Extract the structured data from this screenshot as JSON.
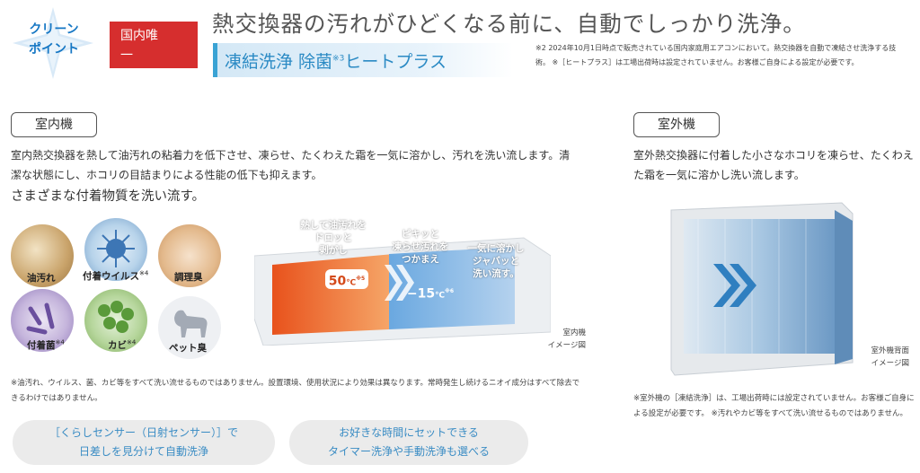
{
  "badge": {
    "line1": "クリーン",
    "line2": "ポイント"
  },
  "red_badge": {
    "line1": "国内唯",
    "line2": "一"
  },
  "headline": "熱交換器の汚れがひどくなる前に、自動でしっかり洗浄。",
  "subbar": {
    "text_a": "凍結洗浄 除菌",
    "sup": "※3",
    "text_b": "ヒートプラス"
  },
  "top_note": "※2 2024年10月1日時点で販売されている国内家庭用エアコンにおいて。熱交換器を自動で凍結させ洗浄する技術。 ※［ヒートプラス］は工場出荷時は設定されていません。お客様ご自身による設定が必要です。",
  "indoor": {
    "label": "室内機",
    "description": "室内熱交換器を熱して油汚れの粘着力を低下させ、凍らせ、たくわえた霜を一気に溶かし、汚れを洗い流します。清潔な状態にし、ホコリの目詰まりによる性能の低下も抑えます。",
    "subheading": "さまざまな付着物質を洗い流す。",
    "substances": [
      {
        "label": "油汚れ",
        "sup": ""
      },
      {
        "label": "付着ウイルス",
        "sup": "※4"
      },
      {
        "label": "調理臭",
        "sup": ""
      },
      {
        "label": "付着菌",
        "sup": "※4"
      },
      {
        "label": "カビ",
        "sup": "※4"
      },
      {
        "label": "ペット臭",
        "sup": ""
      }
    ],
    "steps": {
      "heat": "熱して油汚れを\nドロッと\n剥がし",
      "freeze": "ピキッと\n凍らせ汚れを\nつかまえ",
      "melt": "一気に溶かし\nジャバッと\n洗い流す。"
    },
    "temps": {
      "hot": "50",
      "hot_unit": "℃",
      "hot_sup": "※5",
      "cold": "−15",
      "cold_unit": "℃",
      "cold_sup": "※6"
    },
    "caption": "室内機\nイメージ図",
    "note": "※油汚れ、ウイルス、菌、カビ等をすべて洗い流せるものではありません。設置環境、使用状況により効果は異なります。常時発生し続けるニオイ成分はすべて除去できるわけではありません。"
  },
  "outdoor": {
    "label": "室外機",
    "description": "室外熱交換器に付着した小さなホコリを凍らせ、たくわえた霜を一気に溶かし洗い流します。",
    "caption": "室外機背面\nイメージ図",
    "note": "※室外機の［凍結洗浄］は、工場出荷時には設定されていません。お客様ご自身による設定が必要です。 ※汚れやカビ等をすべて洗い流せるものではありません。"
  },
  "pills": [
    {
      "line1": "［くらしセンサー（日射センサー）］で",
      "line2": "日差しを見分けて自動洗浄"
    },
    {
      "line1": "お好きな時間にセットできる",
      "line2": "タイマー洗浄や手動洗浄も選べる"
    }
  ],
  "icons": {
    "star": "sparkle-star-icon",
    "chevrons": "double-chevron-right-icon"
  },
  "colors": {
    "accent_blue": "#2a8ac4",
    "badge_red": "#d62e2e",
    "pill_text": "#3a8cc4"
  }
}
